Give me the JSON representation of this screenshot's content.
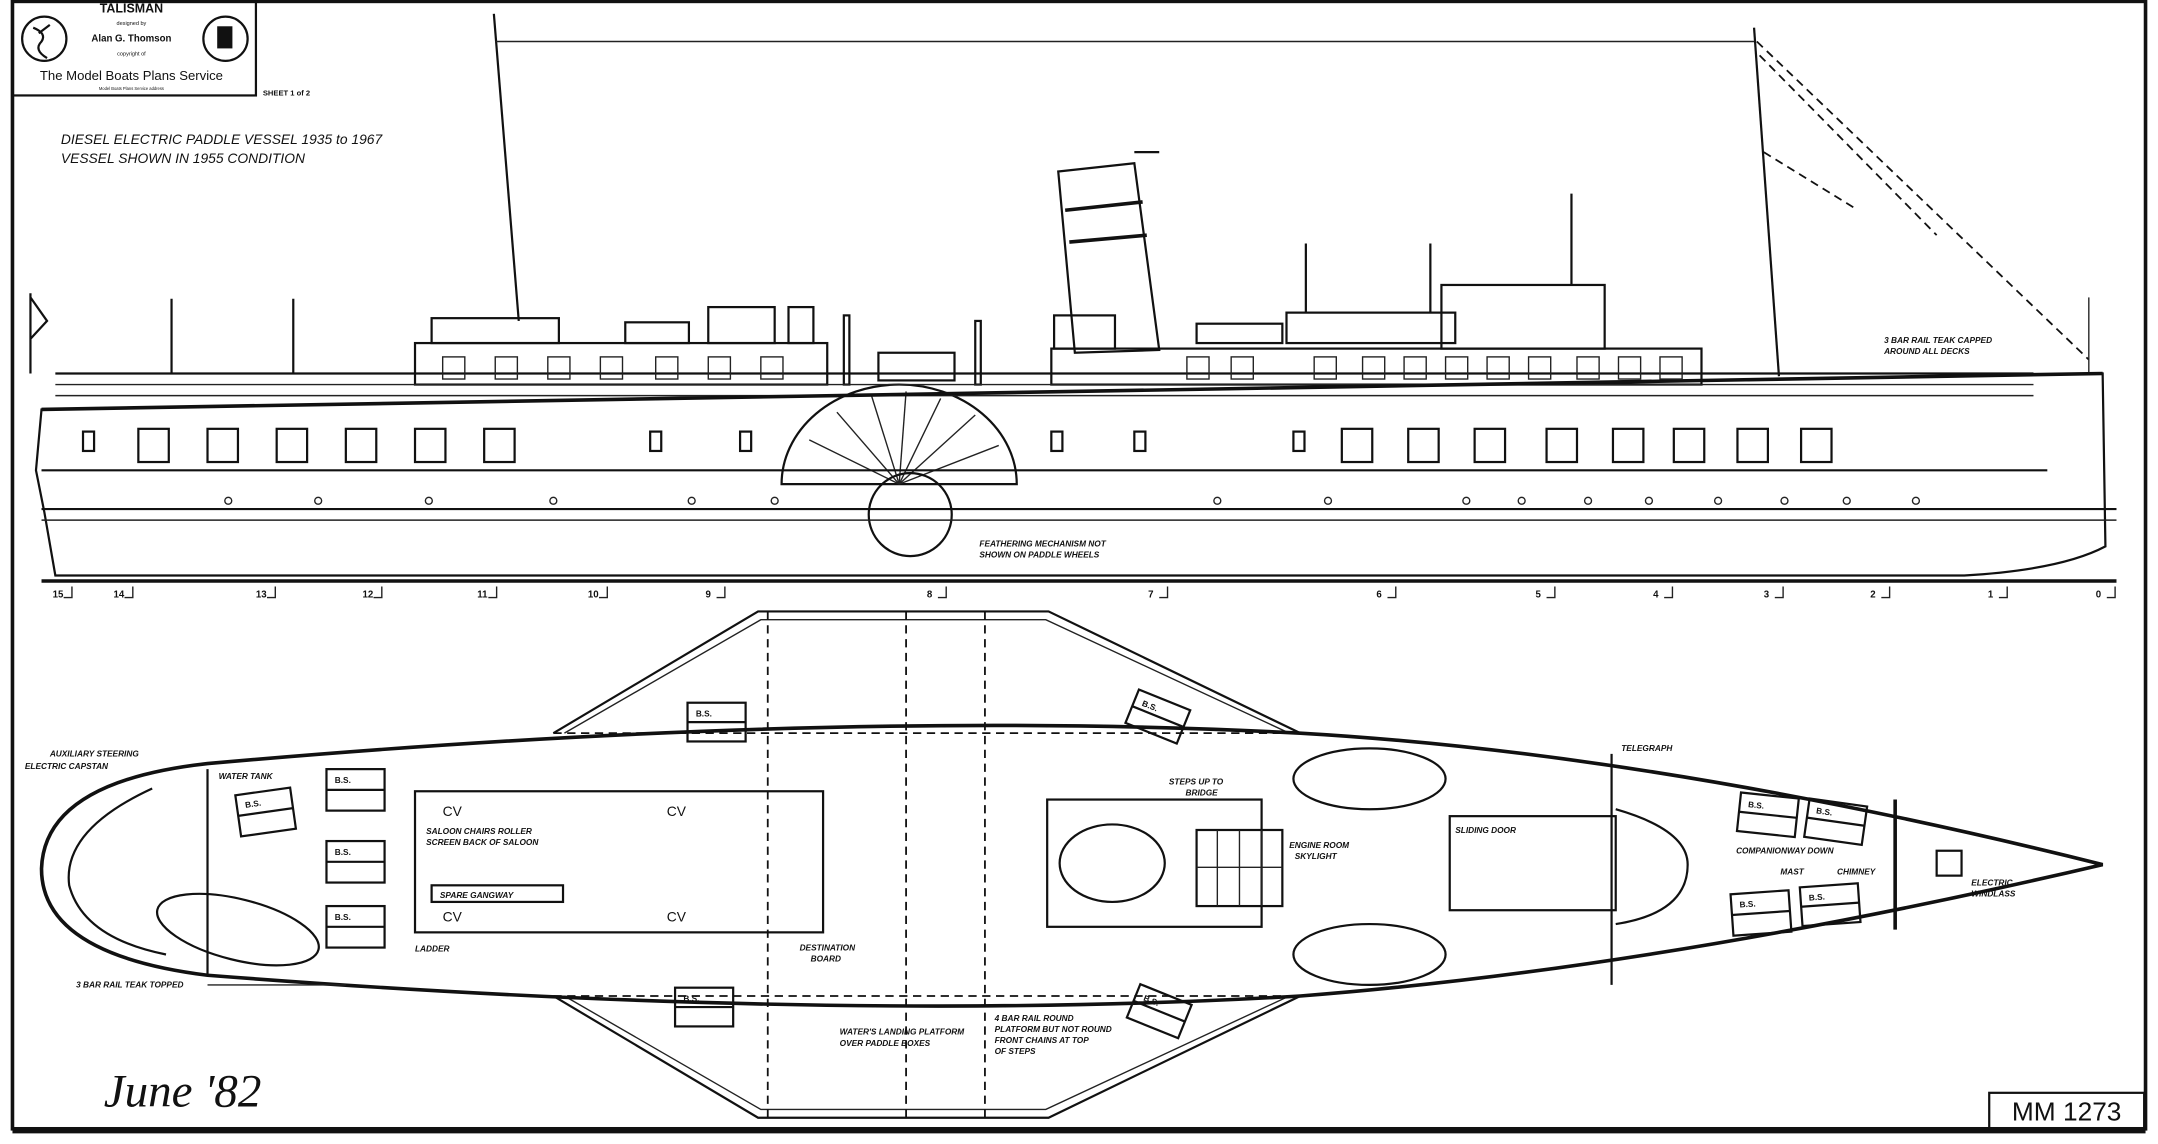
{
  "title_block": {
    "vessel_name": "TALISMAN",
    "designed_by_label": "designed by",
    "designer": "Alan G. Thomson",
    "copyright_label": "copyright of",
    "publisher": "The Model Boats Plans Service",
    "publisher_address": "Model Boats Plans Service address",
    "sheet": "SHEET 1 of 2"
  },
  "description": {
    "line1": "DIESEL ELECTRIC PADDLE VESSEL 1935 to 1967",
    "line2": "VESSEL SHOWN IN 1955 CONDITION"
  },
  "elevation_labels": {
    "rail": "3 BAR RAIL TEAK CAPPED",
    "rail2": "AROUND ALL DECKS",
    "feathering1": "FEATHERING MECHANISM NOT",
    "feathering2": "SHOWN ON PADDLE WHEELS"
  },
  "stations": [
    "15",
    "14",
    "13",
    "12",
    "11",
    "10",
    "9",
    "8",
    "7",
    "6",
    "5",
    "4",
    "3",
    "2",
    "1",
    "0"
  ],
  "plan_labels": {
    "aux_steering": "AUXILIARY STEERING",
    "capstan": "ELECTRIC CAPSTAN",
    "water_tank": "WATER TANK",
    "saloon1": "SALOON CHAIRS ROLLER",
    "saloon2": "SCREEN BACK OF SALOON",
    "spare_gangway": "SPARE GANGWAY",
    "ladder": "LADDER",
    "rail_teak": "3 BAR RAIL TEAK TOPPED",
    "destination1": "DESTINATION",
    "destination2": "BOARD",
    "steps1": "STEPS UP TO",
    "steps2": "BRIDGE",
    "engine1": "ENGINE ROOM",
    "engine2": "SKYLIGHT",
    "sliding_door": "SLIDING DOOR",
    "telegraph": "TELEGRAPH",
    "companionway": "COMPANIONWAY DOWN",
    "mast": "MAST",
    "chimney": "CHIMNEY",
    "windlass1": "ELECTRIC",
    "windlass2": "WINDLASS",
    "landing1": "WATER'S LANDING PLATFORM",
    "landing2": "OVER PADDLE BOXES",
    "platform1": "4 BAR RAIL ROUND",
    "platform2": "PLATFORM BUT NOT ROUND",
    "platform3": "FRONT CHAINS AT TOP",
    "platform4": "OF STEPS",
    "boat_seat": "B.S.",
    "cowl": "CV"
  },
  "date_note": "June '82",
  "plan_number": "MM 1273"
}
